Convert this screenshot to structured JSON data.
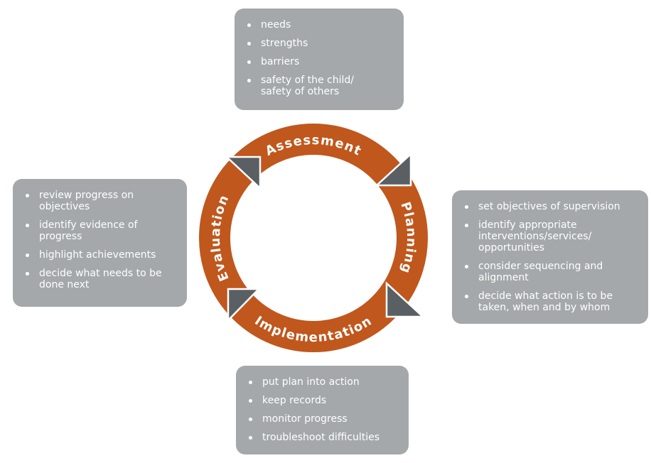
{
  "colors": {
    "ring_orange": "#C0571D",
    "arrow_gray": "#5A5F64",
    "panel_gray": "#A4A8AB",
    "label_white": "#FFFFFF"
  },
  "cycle": {
    "flow_direction": "clockwise",
    "stages": {
      "assessment": {
        "label": "Assessment",
        "items": [
          "needs",
          "strengths",
          "barriers",
          "safety of the child/\nsafety of others"
        ]
      },
      "planning": {
        "label": "Planning",
        "items": [
          "set objectives of supervision",
          "identify appropriate\ninterventions/services/\nopportunities",
          "consider sequencing and\nalignment",
          "decide what action is to be\ntaken, when and by whom"
        ]
      },
      "implementation": {
        "label": "Implementation",
        "items": [
          "put plan into action",
          "keep records",
          "monitor progress",
          "troubleshoot difficulties"
        ]
      },
      "evaluation": {
        "label": "Evaluation",
        "items": [
          "review progress on\nobjectives",
          "identify evidence of\nprogress",
          "highlight achievements",
          "decide what needs to be\ndone next"
        ]
      }
    }
  }
}
